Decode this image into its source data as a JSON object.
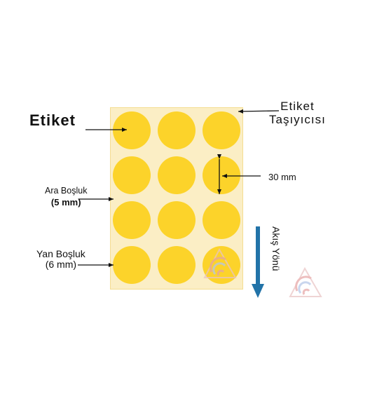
{
  "labels": {
    "etiket": "Etiket",
    "carrier_line1": "Etiket",
    "carrier_line2": "Taşıyıcısı",
    "gap_title": "Ara Boşluk",
    "gap_value": "(5 mm)",
    "side_title": "Yan Boşluk",
    "side_value": "(6 mm)",
    "diameter": "30 mm",
    "flow_direction": "Akış Yönü"
  },
  "layout_info": {
    "rows": 4,
    "columns": 3
  },
  "colors": {
    "label_fill": "#fcd32a",
    "carrier_fill": "#fbeec5",
    "arrow_blue": "#2273a8",
    "line_black": "#111111",
    "watermark": [
      "#e6a3a3",
      "#b3c6e8",
      "#e9c3c3"
    ]
  },
  "icons": {
    "watermark": "triangle-logo-icon"
  }
}
